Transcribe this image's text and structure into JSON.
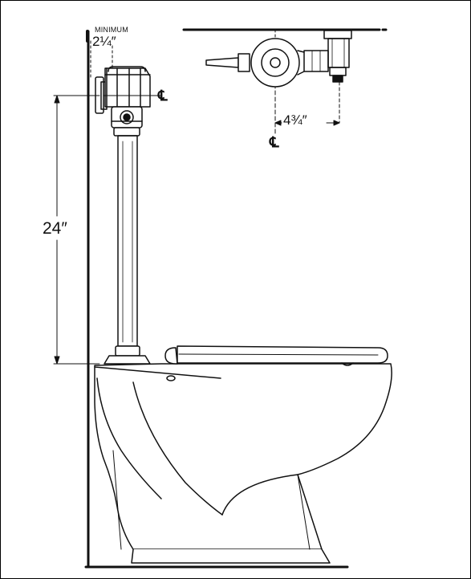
{
  "dimensions": {
    "minimum_label": "MINIMUM",
    "minimum_clearance": "2¼″",
    "spud_height": "24″",
    "offset": "4¾″"
  },
  "centerline_symbol": "℄",
  "icons": [
    "flushometer-valve-icon",
    "control-handle-icon",
    "vacuum-breaker-tube-icon",
    "toilet-bowl-icon",
    "toilet-seat-icon"
  ],
  "colors": {
    "line": "#111111",
    "background": "#ffffff"
  }
}
